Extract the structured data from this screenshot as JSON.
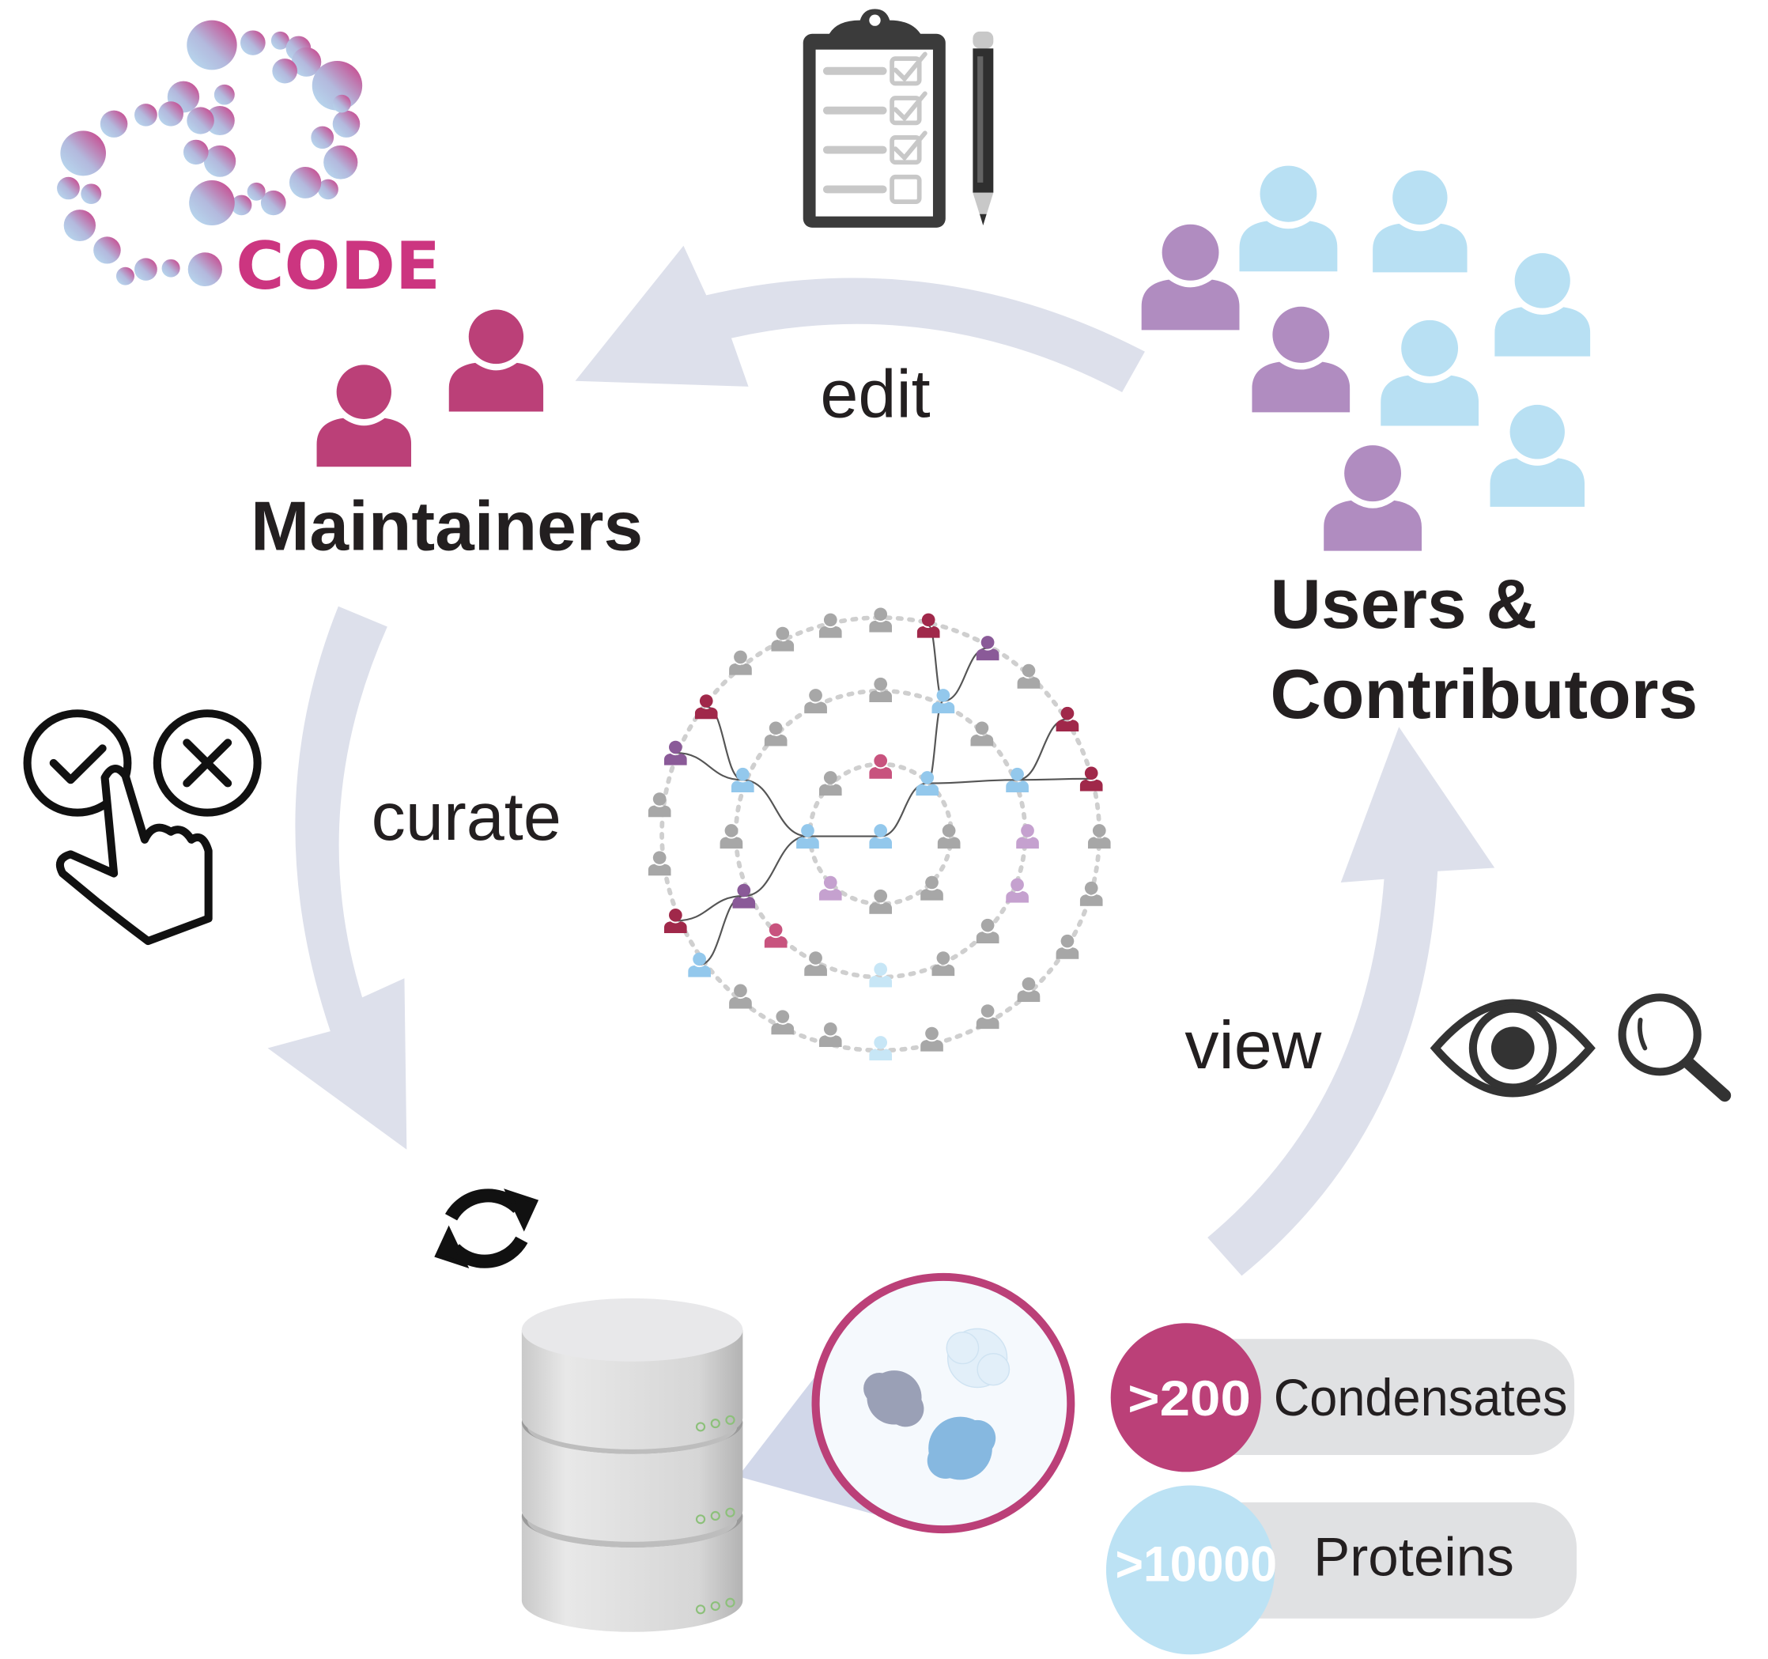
{
  "logo": {
    "text": "CODE",
    "color": "#cc3580"
  },
  "labels": {
    "edit": "edit",
    "curate": "curate",
    "view": "view",
    "maintainers": "Maintainers",
    "users_line1": "Users &",
    "users_line2": "Contributors"
  },
  "stats": [
    {
      "value": ">200",
      "label": "Condensates",
      "color": "#bb4078"
    },
    {
      "value": ">10000",
      "label": "Proteins",
      "color": "#bce2f4"
    }
  ],
  "colors": {
    "arrow": "#dde0eb",
    "maintainer": "#bb4078",
    "contributor_purple": "#b08cc0",
    "contributor_blue": "#b8e0f3",
    "network_gray": "#a7a7a7"
  },
  "icons": [
    "clipboard-checklist-icon",
    "pencil-icon",
    "check-circle-icon",
    "x-circle-icon",
    "pointing-hand-icon",
    "eye-icon",
    "magnifier-icon",
    "refresh-icon",
    "database-icon",
    "condensate-droplet-icon",
    "network-icon"
  ]
}
